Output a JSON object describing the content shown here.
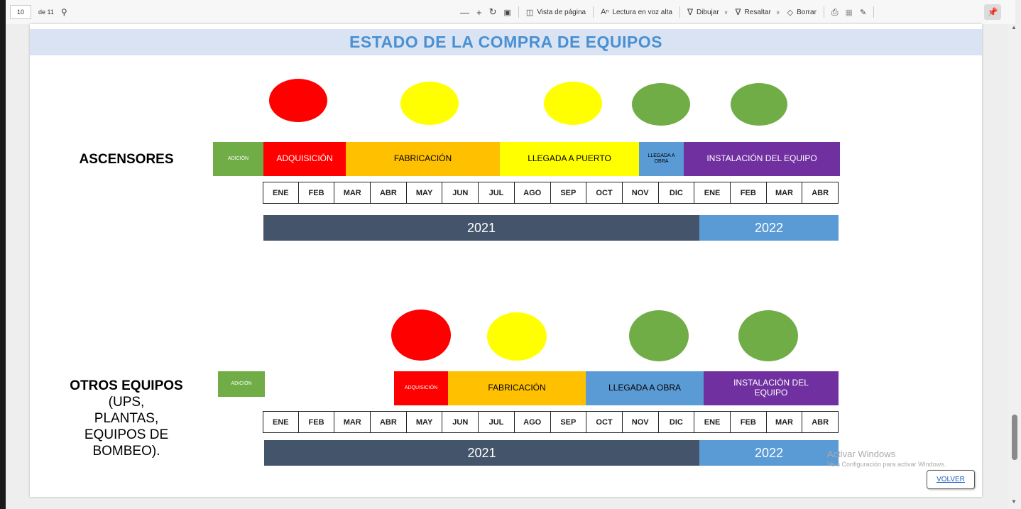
{
  "toolbar": {
    "page_current": "10",
    "page_of": "de 11",
    "minus": "—",
    "plus": "+",
    "page_view": "Vista de página",
    "read_aloud": "Lectura en voz alta",
    "draw": "Dibujar",
    "highlight": "Resaltar",
    "erase": "Borrar"
  },
  "slide": {
    "title": "ESTADO DE LA COMPRA DE EQUIPOS",
    "watermark_line1": "Activar Windows",
    "watermark_line2": "Ve a Configuración para activar Windows.",
    "volver_label": "VOLVER",
    "sections": [
      {
        "label_line1": "ASCENSORES",
        "label_line2": "",
        "status_circles": [
          "red",
          "yellow",
          "yellow",
          "green",
          "green"
        ],
        "phases": [
          {
            "label": "ADICIÓN",
            "color": "#70ad47",
            "text_color": "#ffffff",
            "months": 1.4
          },
          {
            "label": "ADQUISICIÓN",
            "color": "#ff0000",
            "text_color": "#ffffff",
            "months": 2.3
          },
          {
            "label": "FABRICACIÓN",
            "color": "#ffc000",
            "text_color": "#000000",
            "months": 4.3
          },
          {
            "label": "LLEGADA A PUERTO",
            "color": "#ffff00",
            "text_color": "#000000",
            "months": 3.9
          },
          {
            "label": "LLEGADA A OBRA",
            "color": "#5b9bd5",
            "text_color": "#000000",
            "months": 1.25
          },
          {
            "label": "INSTALACIÓN DEL EQUIPO",
            "color": "#7030a0",
            "text_color": "#ffffff",
            "months": 4.4
          }
        ],
        "months": [
          "ENE",
          "FEB",
          "MAR",
          "ABR",
          "MAY",
          "JUN",
          "JUL",
          "AGO",
          "SEP",
          "OCT",
          "NOV",
          "DIC",
          "ENE",
          "FEB",
          "MAR",
          "ABR"
        ],
        "years": [
          {
            "label": "2021",
            "color": "#44546a",
            "months": 12
          },
          {
            "label": "2022",
            "color": "#5b9bd5",
            "months": 4
          }
        ]
      },
      {
        "label_line1": "OTROS EQUIPOS",
        "label_line2": "(UPS, PLANTAS, EQUIPOS DE BOMBEO).",
        "status_circles": [
          "red",
          "yellow",
          "green",
          "green"
        ],
        "phases": [
          {
            "label": "ADICIÓN",
            "color": "#70ad47",
            "text_color": "#ffffff"
          },
          {
            "label": "ADQUISICIÓN",
            "color": "#ff0000",
            "text_color": "#ffffff"
          },
          {
            "label": "FABRICACIÓN",
            "color": "#ffc000",
            "text_color": "#000000"
          },
          {
            "label": "LLEGADA A OBRA",
            "color": "#5b9bd5",
            "text_color": "#000000"
          },
          {
            "label": "INSTALACIÓN DEL EQUIPO",
            "color": "#7030a0",
            "text_color": "#ffffff"
          }
        ],
        "months": [
          "ENE",
          "FEB",
          "MAR",
          "ABR",
          "MAY",
          "JUN",
          "JUL",
          "AGO",
          "SEP",
          "OCT",
          "NOV",
          "DIC",
          "ENE",
          "FEB",
          "MAR",
          "ABR"
        ],
        "years": [
          {
            "label": "2021",
            "color": "#44546a"
          },
          {
            "label": "2022",
            "color": "#5b9bd5"
          }
        ]
      }
    ]
  },
  "colors": {
    "red": "#ff0000",
    "yellow": "#ffff00",
    "green": "#70ad47",
    "title": "#4a90d2",
    "title_band": "#d9e3f3"
  }
}
